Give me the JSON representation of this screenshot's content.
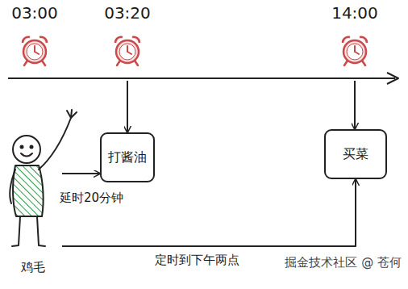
{
  "diagram": {
    "nodes": [
      {
        "text": [
          "03:00"
        ]
      },
      {
        "text": [
          "03:20"
        ]
      },
      {
        "text": [
          "14:00"
        ]
      },
      {
        "text": [
          "打酱油"
        ]
      },
      {
        "text": [
          "买菜"
        ]
      },
      {
        "text": [
          "鸡毛"
        ]
      }
    ],
    "edges": [
      {
        "from": 1,
        "to": 3,
        "arrow": "to"
      },
      {
        "from": 2,
        "to": 4,
        "arrow": "to"
      },
      {
        "from": 5,
        "to": 3,
        "label": "延时20分钟",
        "arrow": "to"
      },
      {
        "from": 5,
        "to": 4,
        "label": "定时到下午两点",
        "arrow": "to"
      }
    ],
    "labels": [
      "掘金技术社区 @ 苍何"
    ]
  }
}
